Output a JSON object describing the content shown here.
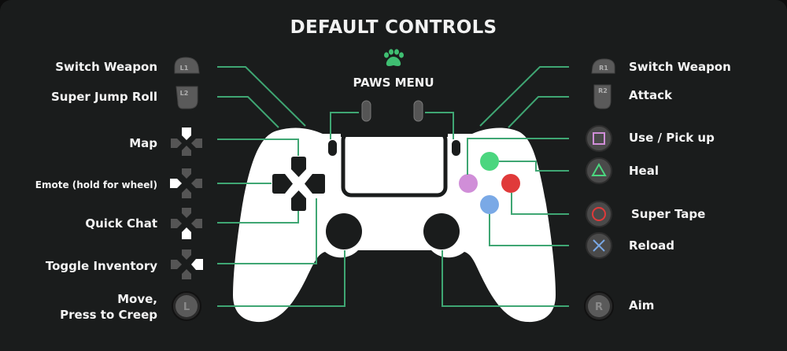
{
  "title": "DEFAULT CONTROLS",
  "paws_menu": {
    "label": "PAWS MENU",
    "icon": "paw-icon",
    "color": "#3fbf72"
  },
  "colors": {
    "background": "#1a1c1c",
    "connector_line": "#3fa673",
    "controller_body": "#ffffff",
    "triangle": "#4bd67f",
    "circle": "#e03a3a",
    "square": "#d08ed8",
    "cross": "#7aa9e6"
  },
  "left_controls": [
    {
      "id": "l1",
      "button": "L1",
      "icon": "l1-bumper-icon",
      "label": "Switch Weapon"
    },
    {
      "id": "l2",
      "button": "L2",
      "icon": "l2-trigger-icon",
      "label": "Super Jump Roll"
    },
    {
      "id": "dpad-up",
      "button": "D-Pad Up",
      "icon": "dpad-up-icon",
      "label": "Map"
    },
    {
      "id": "dpad-left",
      "button": "D-Pad Left",
      "icon": "dpad-left-icon",
      "label": "Emote (hold for wheel)"
    },
    {
      "id": "dpad-down",
      "button": "D-Pad Down",
      "icon": "dpad-down-icon",
      "label": "Quick Chat"
    },
    {
      "id": "dpad-right",
      "button": "D-Pad Right",
      "icon": "dpad-right-icon",
      "label": "Toggle Inventory"
    },
    {
      "id": "lstick",
      "button": "L",
      "icon": "left-stick-icon",
      "label_line1": "Move,",
      "label_line2": "Press to Creep"
    }
  ],
  "right_controls": [
    {
      "id": "r1",
      "button": "R1",
      "icon": "r1-bumper-icon",
      "label": "Switch Weapon"
    },
    {
      "id": "r2",
      "button": "R2",
      "icon": "r2-trigger-icon",
      "label": "Attack"
    },
    {
      "id": "square",
      "button": "Square",
      "icon": "square-button-icon",
      "label": "Use / Pick up"
    },
    {
      "id": "triangle",
      "button": "Triangle",
      "icon": "triangle-button-icon",
      "label": "Heal"
    },
    {
      "id": "circle",
      "button": "Circle",
      "icon": "circle-button-icon",
      "label": "Super Tape"
    },
    {
      "id": "cross",
      "button": "Cross",
      "icon": "cross-button-icon",
      "label": "Reload"
    },
    {
      "id": "rstick",
      "button": "R",
      "icon": "right-stick-icon",
      "label": "Aim"
    }
  ]
}
